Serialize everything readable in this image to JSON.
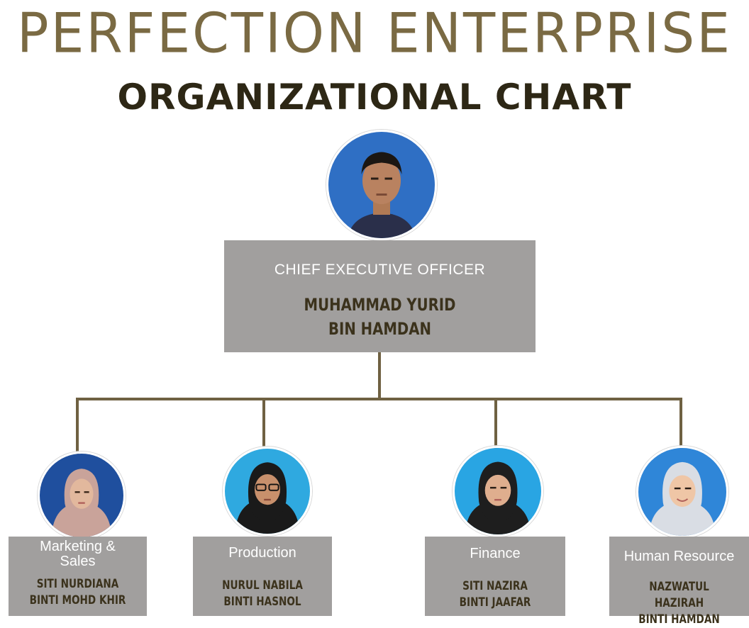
{
  "header": {
    "company": "PERFECTION ENTERPRISE",
    "subtitle": "ORGANIZATIONAL CHART"
  },
  "ceo": {
    "role": "CHIEF EXECUTIVE OFFICER",
    "name_line1": "MUHAMMAD YURID",
    "name_line2": "BIN HAMDAN",
    "photo_bg": "#2f6fc4"
  },
  "departments": [
    {
      "role_line1": "Marketing &",
      "role_line2": "Sales",
      "name_line1": "SITI NURDIANA",
      "name_line2": "BINTI MOHD KHIR",
      "photo_bg": "#1f4f9e",
      "hijab": "#c9a39a"
    },
    {
      "role_line1": "Production",
      "role_line2": "",
      "name_line1": "NURUL NABILA",
      "name_line2": "BINTI HASNOL",
      "photo_bg": "#2fa9e0",
      "hijab": "#1a1a1a"
    },
    {
      "role_line1": "Finance",
      "role_line2": "",
      "name_line1": "SITI NAZIRA",
      "name_line2": "BINTI JAAFAR",
      "photo_bg": "#29a5e3",
      "hijab": "#1e1e1e"
    },
    {
      "role_line1": "Human Resource",
      "role_line2": "",
      "name_line1": "NAZWATUL HAZIRAH",
      "name_line2": "BINTI HAMDAN",
      "photo_bg": "#2f86d8",
      "hijab": "#d9dde4"
    }
  ],
  "colors": {
    "title": "#7a6a43",
    "subtitle": "#2d2715",
    "box": "#a19f9e",
    "name_text": "#3b321c",
    "connector": "#6f6142"
  }
}
